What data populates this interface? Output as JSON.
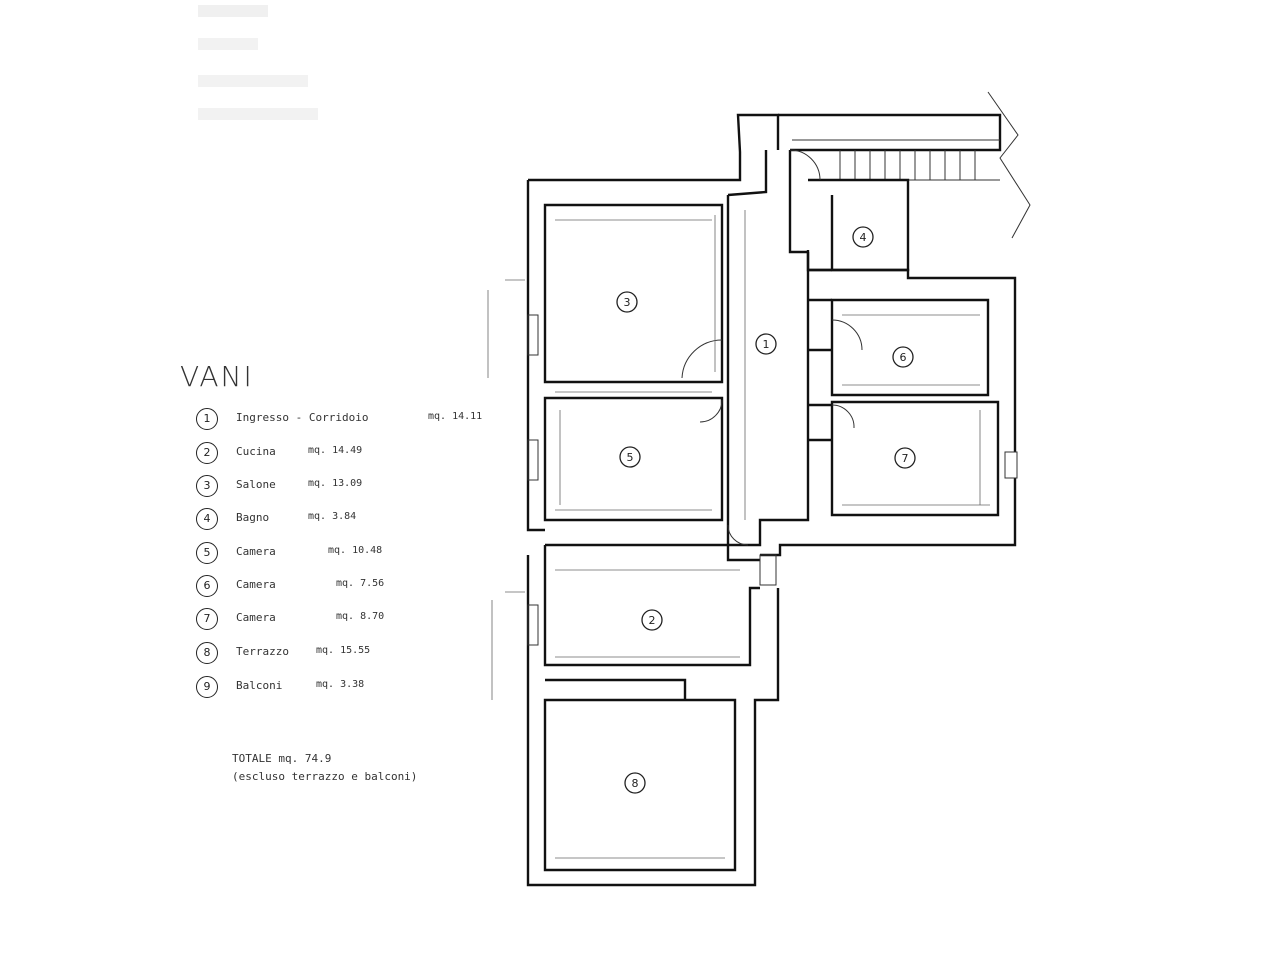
{
  "legend": {
    "title": "VANI",
    "rooms": [
      {
        "badge": "1",
        "name": "Ingresso - Corridoio",
        "area": "mq. 14.11"
      },
      {
        "badge": "2",
        "name": "Cucina",
        "area": "mq. 14.49"
      },
      {
        "badge": "3",
        "name": "Salone",
        "area": "mq. 13.09"
      },
      {
        "badge": "4",
        "name": "Bagno",
        "area": "mq. 3.84"
      },
      {
        "badge": "5",
        "name": "Camera",
        "area": "mq. 10.48"
      },
      {
        "badge": "6",
        "name": "Camera",
        "area": "mq. 7.56"
      },
      {
        "badge": "7",
        "name": "Camera",
        "area": "mq. 8.70"
      },
      {
        "badge": "8",
        "name": "Terrazzo",
        "area": "mq. 15.55"
      },
      {
        "badge": "9",
        "name": "Balconi",
        "area": "mq. 3.38"
      }
    ],
    "totale": "TOTALE    mq. 74.9",
    "totale_note": "(escluso terrazzo e balconi)"
  },
  "plan_labels": {
    "r1": "1",
    "r2": "2",
    "r3": "3",
    "r4": "4",
    "r5": "5",
    "r6": "6",
    "r7": "7",
    "r8": "8"
  }
}
